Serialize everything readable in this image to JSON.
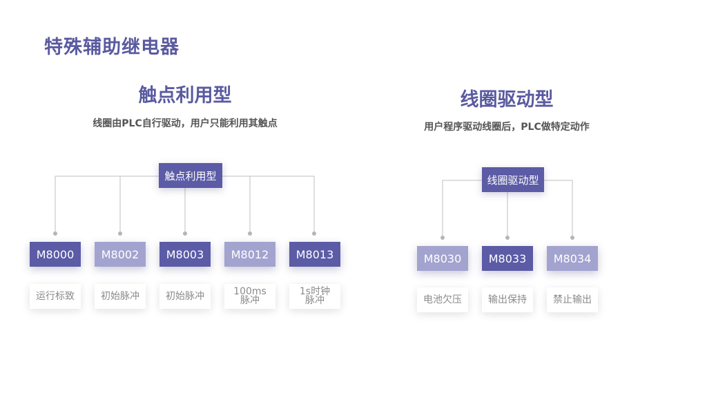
{
  "page": {
    "title": "特殊辅助继电器"
  },
  "left_section": {
    "title": "触点利用型",
    "subtitle": "线圈由PLC自行驱动，用户只能利用其触点",
    "hub_label": "触点利用型",
    "items": [
      {
        "code": "M8000",
        "desc": "运行标致"
      },
      {
        "code": "M8002",
        "desc": "初始脉冲"
      },
      {
        "code": "M8003",
        "desc": "初始脉冲"
      },
      {
        "code": "M8012",
        "desc": "100ms\n脉冲"
      },
      {
        "code": "M8013",
        "desc": "1s时钟\n脉冲"
      }
    ]
  },
  "right_section": {
    "title": "线圈驱动型",
    "subtitle": "用户程序驱动线圈后，PLC做特定动作",
    "hub_label": "线圈驱动型",
    "items": [
      {
        "code": "M8030",
        "desc": "电池欠压"
      },
      {
        "code": "M8033",
        "desc": "输出保持"
      },
      {
        "code": "M8034",
        "desc": "禁止输出"
      }
    ]
  },
  "colors": {
    "accent": "#5a5aa0",
    "box_dark": "#5b5ba6",
    "box_light": "#a3a3cf",
    "connector": "#bfbfbf"
  }
}
